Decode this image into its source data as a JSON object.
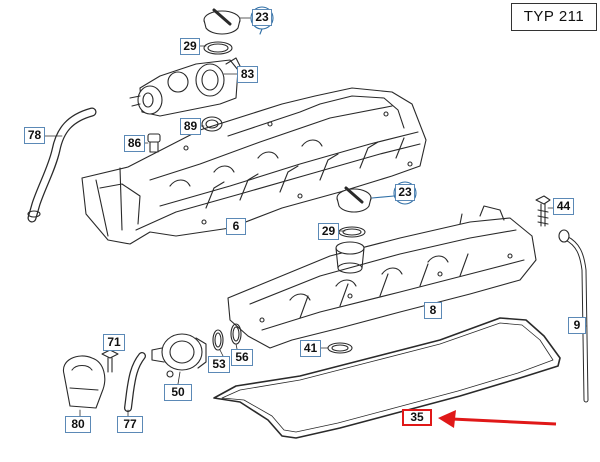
{
  "model_label": "TYP 211",
  "callouts": {
    "p23a": "23",
    "p29a": "29",
    "p83": "83",
    "p78": "78",
    "p86": "86",
    "p89": "89",
    "p6": "6",
    "p23b": "23",
    "p29b": "29",
    "p44": "44",
    "p8": "8",
    "p9": "9",
    "p71": "71",
    "p53": "53",
    "p56": "56",
    "p41": "41",
    "p50": "50",
    "p80": "80",
    "p77": "77",
    "p35": "35"
  },
  "colors": {
    "line": "#2a2a2a",
    "callout_border": "#5b89b6",
    "highlight": "#e01818"
  }
}
